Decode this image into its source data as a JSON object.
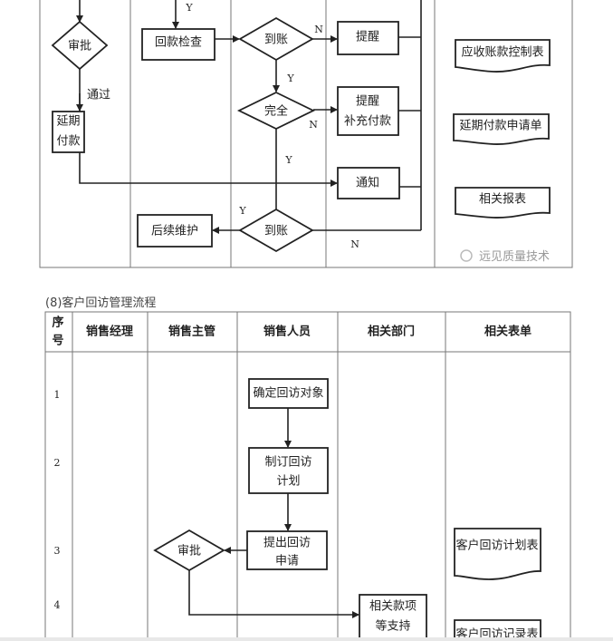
{
  "top_flow": {
    "nodes": {
      "approve": "审批",
      "passed": "通过",
      "delay_pay_1": "延期",
      "delay_pay_2": "付款",
      "payment_check": "回款检查",
      "arrived_1": "到账",
      "remind": "提醒",
      "complete": "完全",
      "remind2_1": "提醒",
      "remind2_2": "补充付款",
      "notify": "通知",
      "arrived_2": "到账",
      "follow_up": "后续维护"
    },
    "labels": {
      "y": "Y",
      "n": "N"
    },
    "documents": [
      "应收账款控制表",
      "延期付款申请单",
      "相关报表"
    ],
    "watermark": "远见质量技术"
  },
  "bottom_flow": {
    "caption": "(8)客户回访管理流程",
    "headers": {
      "seq_1": "序",
      "seq_2": "号",
      "cols": [
        "销售经理",
        "销售主管",
        "销售人员",
        "相关部门",
        "相关表单"
      ]
    },
    "rows": [
      "1",
      "2",
      "3",
      "4"
    ],
    "nodes": {
      "determine_target": "确定回访对象",
      "make_plan_1": "制订回访",
      "make_plan_2": "计划",
      "submit_1": "提出回访",
      "submit_2": "申请",
      "approve": "审批",
      "support_1": "相关款项",
      "support_2": "等支持"
    },
    "documents": [
      "客户回访计划表",
      "客户回访记录表"
    ]
  }
}
